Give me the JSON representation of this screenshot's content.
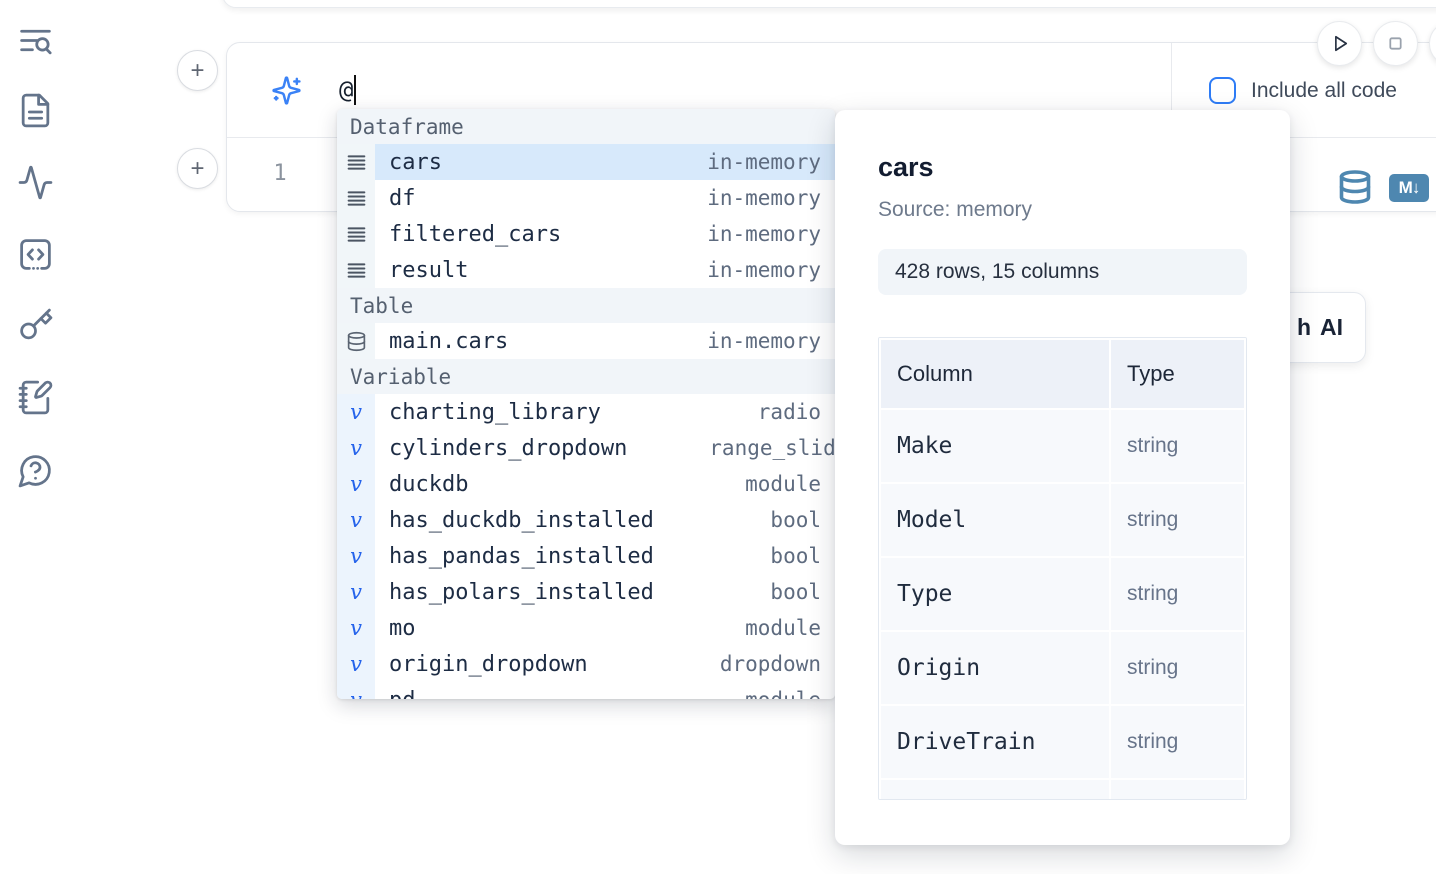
{
  "icons": {
    "add_cell_glyph": "+",
    "variable_glyph": "v",
    "markdown_badge": "M↓"
  },
  "sidebar": {
    "items": [
      {
        "icon": "list-search-icon"
      },
      {
        "icon": "file-text-icon"
      },
      {
        "icon": "activity-icon"
      },
      {
        "icon": "code-cell-icon"
      },
      {
        "icon": "key-icon"
      },
      {
        "icon": "notebook-pen-icon"
      },
      {
        "icon": "help-chat-icon"
      }
    ]
  },
  "cell": {
    "ai_query_value": "@",
    "include_all_code_label": "Include all code",
    "line_number": "1"
  },
  "ai_button": {
    "clipped_text": "h",
    "label": "AI"
  },
  "autocomplete": {
    "sections": [
      {
        "label": "Dataframe",
        "items": [
          {
            "name": "cars",
            "type": "in-memory",
            "selected": true
          },
          {
            "name": "df",
            "type": "in-memory"
          },
          {
            "name": "filtered_cars",
            "type": "in-memory"
          },
          {
            "name": "result",
            "type": "in-memory"
          }
        ]
      },
      {
        "label": "Table",
        "items": [
          {
            "name": "main.cars",
            "type": "in-memory"
          }
        ]
      },
      {
        "label": "Variable",
        "items": [
          {
            "name": "charting_library",
            "type": "radio"
          },
          {
            "name": "cylinders_dropdown",
            "type": "range_slider"
          },
          {
            "name": "duckdb",
            "type": "module"
          },
          {
            "name": "has_duckdb_installed",
            "type": "bool"
          },
          {
            "name": "has_pandas_installed",
            "type": "bool"
          },
          {
            "name": "has_polars_installed",
            "type": "bool"
          },
          {
            "name": "mo",
            "type": "module"
          },
          {
            "name": "origin_dropdown",
            "type": "dropdown"
          },
          {
            "name": "pd",
            "type": "module"
          }
        ]
      }
    ]
  },
  "popup": {
    "title": "cars",
    "source": "Source: memory",
    "shape_badge": "428 rows, 15 columns",
    "table": {
      "headers": [
        "Column",
        "Type"
      ],
      "rows": [
        {
          "column": "Make",
          "type": "string"
        },
        {
          "column": "Model",
          "type": "string"
        },
        {
          "column": "Type",
          "type": "string"
        },
        {
          "column": "Origin",
          "type": "string"
        },
        {
          "column": "DriveTrain",
          "type": "string"
        }
      ]
    }
  },
  "colors": {
    "accent_blue": "#3b82f6",
    "selection_blue": "#d7e9fb",
    "steel_blue_icon": "#4e87b0",
    "section_header_bg": "#f1f5f9",
    "dark_text": "#1d2c44",
    "muted_text": "#6e7a8c"
  }
}
